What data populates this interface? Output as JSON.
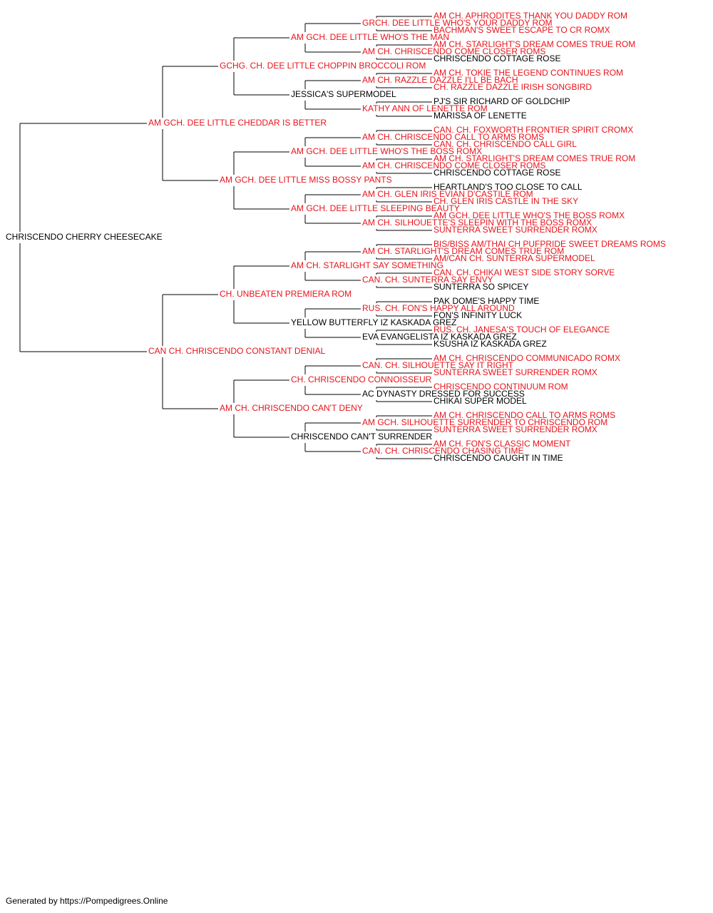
{
  "colors": {
    "champion": "#e8141b",
    "plain": "#000000",
    "line": "#000000"
  },
  "tree": {
    "name": "CHRISCENDO CHERRY CHEESECAKE",
    "ch": false,
    "sire": {
      "name": "AM GCH. DEE LITTLE CHEDDAR IS BETTER",
      "ch": true,
      "sire": {
        "name": "GCHG. CH. DEE LITTLE CHOPPIN BROCCOLI ROM",
        "ch": true,
        "sire": {
          "name": "AM GCH. DEE LITTLE WHO'S THE MAN",
          "ch": true,
          "sire": {
            "name": "GRCH. DEE LITTLE WHO'S YOUR DADDY ROM",
            "ch": true,
            "sire": {
              "name": "AM CH. APHRODITES THANK YOU DADDY ROM",
              "ch": true
            },
            "dam": {
              "name": "BACHMAN'S SWEET ESCAPE TO CR ROMX",
              "ch": true
            }
          },
          "dam": {
            "name": "AM CH. CHRISCENDO COME CLOSER ROMS",
            "ch": true,
            "sire": {
              "name": "AM CH. STARLIGHT'S DREAM COMES TRUE ROM",
              "ch": true
            },
            "dam": {
              "name": "CHRISCENDO COTTAGE ROSE",
              "ch": false
            }
          }
        },
        "dam": {
          "name": "JESSICA'S SUPERMODEL",
          "ch": false,
          "sire": {
            "name": "AM CH. RAZZLE DAZZLE I'LL BE BACH",
            "ch": true,
            "sire": {
              "name": "AM CH. TOKIE THE LEGEND CONTINUES ROM",
              "ch": true
            },
            "dam": {
              "name": "CH. RAZZLE DAZZLE IRISH SONGBIRD",
              "ch": true
            }
          },
          "dam": {
            "name": "KATHY ANN OF LENETTE ROM",
            "ch": true,
            "sire": {
              "name": "PJ'S SIR RICHARD OF GOLDCHIP",
              "ch": false
            },
            "dam": {
              "name": "MARISSA OF LENETTE",
              "ch": false
            }
          }
        }
      },
      "dam": {
        "name": "AM GCH. DEE LITTLE MISS BOSSY PANTS",
        "ch": true,
        "sire": {
          "name": "AM GCH. DEE LITTLE WHO'S THE BOSS ROMX",
          "ch": true,
          "sire": {
            "name": "AM CH. CHRISCENDO CALL TO ARMS ROMS",
            "ch": true,
            "sire": {
              "name": "CAN. CH. FOXWORTH FRONTIER SPIRIT CROMX",
              "ch": true
            },
            "dam": {
              "name": "CAN. CH. CHRISCENDO CALL GIRL",
              "ch": true
            }
          },
          "dam": {
            "name": "AM CH. CHRISCENDO COME CLOSER ROMS",
            "ch": true,
            "sire": {
              "name": "AM CH. STARLIGHT'S DREAM COMES TRUE ROM",
              "ch": true
            },
            "dam": {
              "name": "CHRISCENDO COTTAGE ROSE",
              "ch": false
            }
          }
        },
        "dam": {
          "name": "AM GCH. DEE LITTLE SLEEPING BEAUTY",
          "ch": true,
          "sire": {
            "name": "AM CH. GLEN IRIS EVIAN D'CASTILE ROM",
            "ch": true,
            "sire": {
              "name": "HEARTLAND'S TOO CLOSE TO CALL",
              "ch": false
            },
            "dam": {
              "name": "CH. GLEN IRIS CASTLE IN THE SKY",
              "ch": true
            }
          },
          "dam": {
            "name": "AM CH. SILHOUETTE'S SLEEPIN WITH THE BOSS ROMX",
            "ch": true,
            "sire": {
              "name": "AM GCH. DEE LITTLE WHO'S THE BOSS ROMX",
              "ch": true
            },
            "dam": {
              "name": "SUNTERRA SWEET SURRENDER ROMX",
              "ch": true
            }
          }
        }
      }
    },
    "dam": {
      "name": "CAN CH. CHRISCENDO CONSTANT DENIAL",
      "ch": true,
      "sire": {
        "name": "CH. UNBEATEN PREMIERA ROM",
        "ch": true,
        "sire": {
          "name": "AM CH. STARLIGHT SAY SOMETHING",
          "ch": true,
          "sire": {
            "name": "AM CH. STARLIGHT'S DREAM COMES TRUE ROM",
            "ch": true,
            "sire": {
              "name": "BIS/BISS AM/THAI CH PUFPRIDE SWEET DREAMS ROMS",
              "ch": true
            },
            "dam": {
              "name": "AM/CAN CH. SUNTERRA SUPERMODEL",
              "ch": true
            }
          },
          "dam": {
            "name": "CAN. CH. SUNTERRA SAY ENVY",
            "ch": true,
            "sire": {
              "name": "CAN. CH. CHIKAI WEST SIDE STORY SORVE",
              "ch": true
            },
            "dam": {
              "name": "SUNTERRA SO SPICEY",
              "ch": false
            }
          }
        },
        "dam": {
          "name": "YELLOW BUTTERFLY IZ KASKADA GREZ",
          "ch": false,
          "sire": {
            "name": "RUS. CH. FON'S HAPPY ALL AROUND",
            "ch": true,
            "sire": {
              "name": "PAK DOME'S HAPPY TIME",
              "ch": false
            },
            "dam": {
              "name": "FON'S INFINITY LUCK",
              "ch": false
            }
          },
          "dam": {
            "name": "EVA EVANGELISTA IZ KASKADA GREZ",
            "ch": false,
            "sire": {
              "name": "RUS. CH. JANESA'S TOUCH OF ELEGANCE",
              "ch": true
            },
            "dam": {
              "name": "KSUSHA IZ KASKADA GREZ",
              "ch": false
            }
          }
        }
      },
      "dam": {
        "name": "AM CH. CHRISCENDO CAN'T DENY",
        "ch": true,
        "sire": {
          "name": "CH. CHRISCENDO CONNOISSEUR",
          "ch": true,
          "sire": {
            "name": "CAN. CH. SILHOUETTE SAY IT RIGHT",
            "ch": true,
            "sire": {
              "name": "AM CH. CHRISCENDO COMMUNICADO ROMX",
              "ch": true
            },
            "dam": {
              "name": "SUNTERRA SWEET SURRENDER ROMX",
              "ch": true
            }
          },
          "dam": {
            "name": "AC DYNASTY DRESSED FOR SUCCESS",
            "ch": false,
            "sire": {
              "name": "CHRISCENDO CONTINUUM ROM",
              "ch": true
            },
            "dam": {
              "name": "CHIKAI SUPER MODEL",
              "ch": false
            }
          }
        },
        "dam": {
          "name": "CHRISCENDO CAN'T SURRENDER",
          "ch": false,
          "sire": {
            "name": "AM GCH. SILHOUETTE SURRENDER TO CHRISCENDO ROM",
            "ch": true,
            "sire": {
              "name": "AM CH. CHRISCENDO CALL TO ARMS ROMS",
              "ch": true
            },
            "dam": {
              "name": "SUNTERRA SWEET SURRENDER ROMX",
              "ch": true
            }
          },
          "dam": {
            "name": "CAN. CH. CHRISCENDO CHASING TIME",
            "ch": true,
            "sire": {
              "name": "AM CH. FON'S CLASSIC MOMENT",
              "ch": true
            },
            "dam": {
              "name": "CHRISCENDO CAUGHT IN TIME",
              "ch": false
            }
          }
        }
      }
    }
  },
  "footer": "Generated by https://Pompedigrees.Online"
}
